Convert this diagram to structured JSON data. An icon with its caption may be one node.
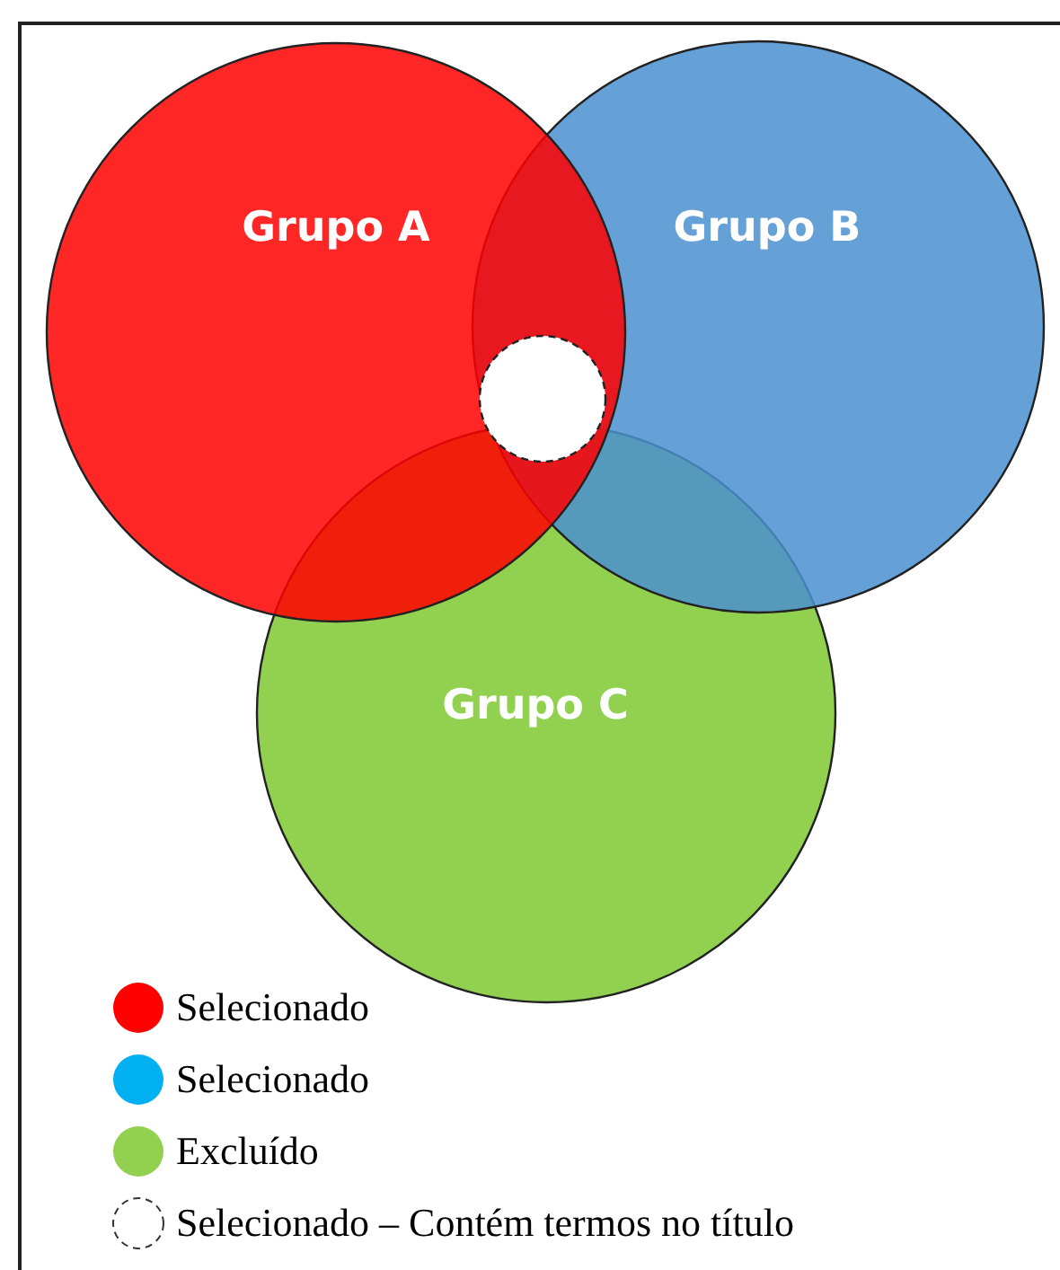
{
  "diagram": {
    "nodes": [
      {
        "text": [
          "Grupo A"
        ]
      },
      {
        "text": [
          "Grupo B"
        ]
      },
      {
        "text": [
          "Grupo C"
        ]
      },
      {
        "text": [],
        "shape": "circle"
      }
    ],
    "edges": [],
    "legend": [
      {
        "text": "Selecionado",
        "color": "#ff0000"
      },
      {
        "text": "Selecionado",
        "color": "#00b0f0"
      },
      {
        "text": "Excluído",
        "color": "#92d050"
      },
      {
        "text": "Selecionado – Contém termos no título"
      }
    ]
  }
}
